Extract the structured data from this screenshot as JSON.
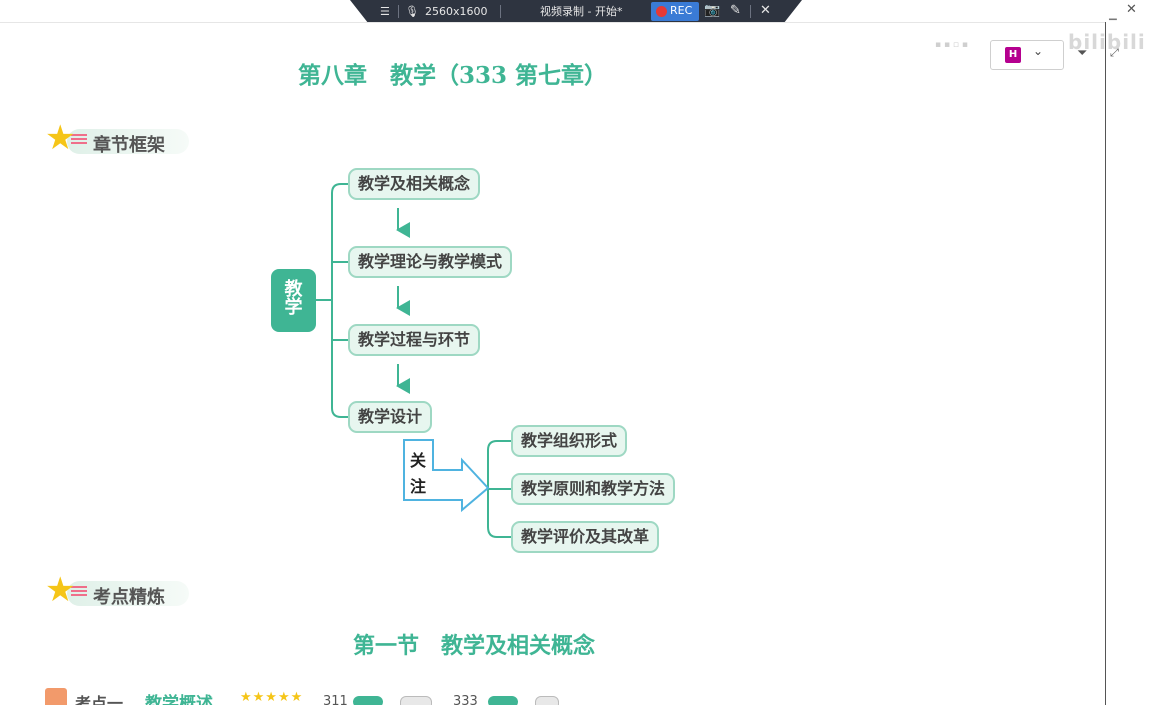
{
  "recorder": {
    "menu_icon": "menu-icon",
    "mic_icon": "microphone-icon",
    "resolution": "2560x1600",
    "title": "视频录制 - 开始*",
    "rec_label": "REC",
    "rec_color": "#e53935",
    "camera_icon": "camera-icon",
    "pen_icon": "pen-icon",
    "close_icon": "close-icon"
  },
  "watermark": {
    "text": "bilibili"
  },
  "input_widget": {
    "logo_text": "H",
    "chevron": "⌄"
  },
  "document": {
    "chapter_title": "第八章　教学（333 第七章）",
    "sections": {
      "framework_label": "章节框架",
      "practice_label": "考点精炼"
    },
    "mindmap": {
      "root": "教学",
      "branches": [
        "教学及相关概念",
        "教学理论与教学模式",
        "教学过程与环节",
        "教学设计"
      ],
      "focus_label": "关注",
      "focus_items": [
        "教学组织形式",
        "教学原则和教学方法",
        "教学评价及其改革"
      ]
    },
    "section_heading": "第一节　教学及相关概念",
    "kaodian": {
      "label": "考点一",
      "title": "教学概述",
      "stars": "★★★★★",
      "ref1": "311",
      "ref2": "333"
    }
  },
  "colors": {
    "accent": "#3fb594",
    "node_fill": "#e7f6ef",
    "node_border": "#9ed8c3",
    "arrow": "#3fb594",
    "focus_border": "#4fb3e0"
  }
}
